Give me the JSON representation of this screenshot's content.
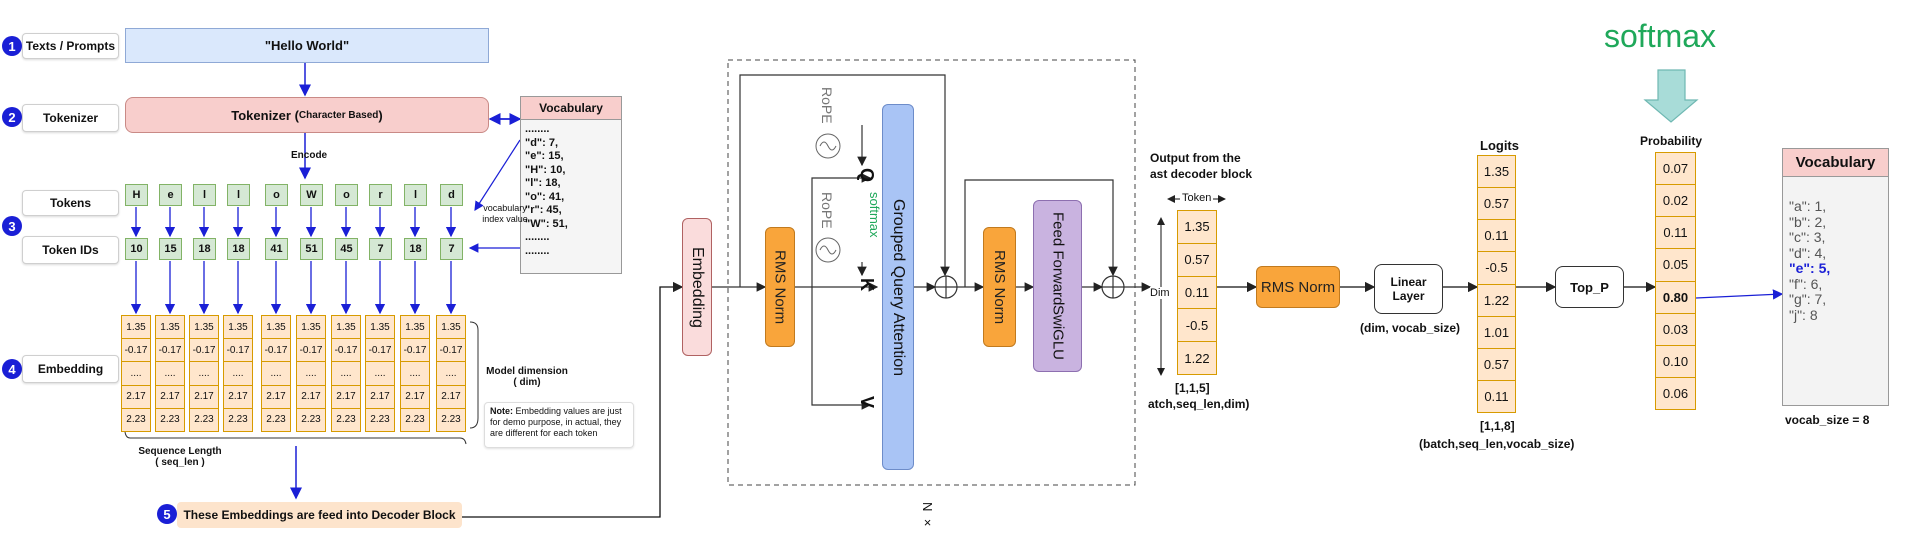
{
  "steps": {
    "s1": {
      "num": "1",
      "label": "Texts / Prompts"
    },
    "s2": {
      "num": "2",
      "label": "Tokenizer"
    },
    "s3": {
      "num": "3",
      "tokens_label": "Tokens",
      "ids_label": "Token IDs"
    },
    "s4": {
      "num": "4",
      "label": "Embedding"
    },
    "s5": {
      "num": "5",
      "label": "These Embeddings are feed into Decoder Block"
    }
  },
  "input_text": "\"Hello World\"",
  "tokenizer": {
    "name": "Tokenizer (",
    "kind": "Character Based",
    "close": ")",
    "encode_label": "Encode"
  },
  "vocab_left": {
    "title": "Vocabulary",
    "lines": [
      "........",
      "\"d\": 7,",
      "\"e\": 15,",
      "\"H\": 10,",
      "\"l\": 18,",
      "\"o\": 41,",
      "\"r\": 45,",
      "\"W\": 51,",
      "........",
      "........"
    ],
    "index_note": "vocabulary index value"
  },
  "tokens": [
    "H",
    "e",
    "l",
    "l",
    "o",
    "W",
    "o",
    "r",
    "l",
    "d"
  ],
  "token_ids": [
    "10",
    "15",
    "18",
    "18",
    "41",
    "51",
    "45",
    "7",
    "18",
    "7"
  ],
  "embedding_values": [
    "1.35",
    "-0.17",
    "....",
    "2.17",
    "2.23"
  ],
  "embedding_notes": {
    "model_dim": "Model dimension",
    "model_dim2": "( dim)",
    "seq_len": "Sequence Length",
    "seq_len2": "( seq_len )",
    "note_bold": "Note:",
    "note_text": "Embedding values are just for demo purpose, in actual, they are different for each token"
  },
  "decoder": {
    "embedding": "Embedding",
    "rms_norm_1": "RMS Norm",
    "rope_1": "RoPE",
    "rope_2": "RoPE",
    "q": "Q",
    "k": "K",
    "v": "V",
    "softmax_small": "softmax",
    "gqa": "Grouped Query Attention",
    "rms_norm_2": "RMS Norm",
    "ffn_1": "Feed Forward",
    "ffn_2": "SwiGLU",
    "repeat": "N ×"
  },
  "output_block": {
    "title1": "Output from the",
    "title2": "ast decoder block",
    "token_label": "Token",
    "dim_label": "Dim",
    "values": [
      "1.35",
      "0.57",
      "0.11",
      "-0.5",
      "1.22"
    ],
    "shape": "[1,1,5]",
    "shape_desc": "atch,seq_len,dim)"
  },
  "rms_norm_3": "RMS Norm",
  "linear": {
    "line1": "Linear",
    "line2": "Layer",
    "shape": "(dim, vocab_size)"
  },
  "logits": {
    "title": "Logits",
    "values": [
      "1.35",
      "0.57",
      "0.11",
      "-0.5",
      "1.22",
      "1.01",
      "0.57",
      "0.11"
    ],
    "shape": "[1,1,8]",
    "shape_desc": "(batch,seq_len,vocab_size)"
  },
  "top_p": "Top_P",
  "softmax_big": "softmax",
  "probability": {
    "title": "Probability",
    "values": [
      "0.07",
      "0.02",
      "0.11",
      "0.05",
      "0.80",
      "0.03",
      "0.10",
      "0.06"
    ],
    "highlight_index": 4
  },
  "vocab_right": {
    "title": "Vocabulary",
    "lines": [
      "\"a\": 1,",
      "\"b\": 2,",
      "\"c\": 3,",
      "\"d\": 4,",
      "\"e\": 5,",
      "\"f\": 6,",
      "\"g\": 7,",
      "\"j\": 8"
    ],
    "highlight_index": 4,
    "size_label": "vocab_size = 8"
  },
  "colors": {
    "arrow": "#1a1fd6",
    "token_fill": "#d5e8d4",
    "embedding_fill": "#ffe6cc",
    "rms_fill": "#f9a53b",
    "gqa_fill": "#a9c4f5",
    "ffn_fill": "#c9b3e0",
    "softmax_green": "#1fa85a"
  }
}
